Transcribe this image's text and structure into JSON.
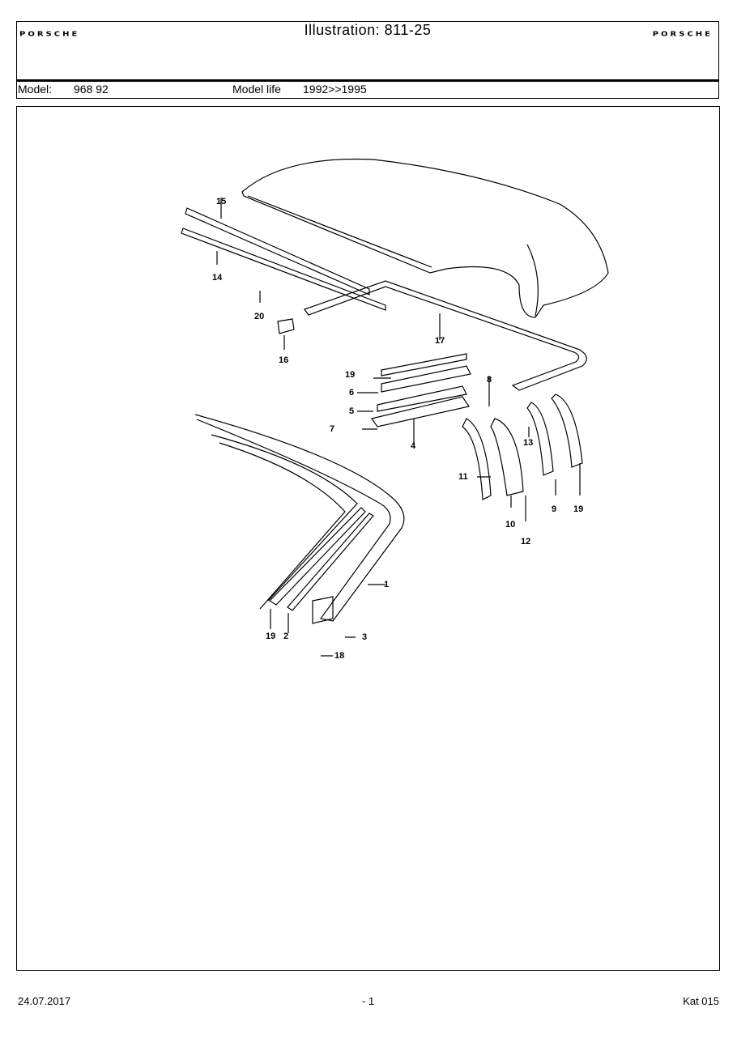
{
  "header": {
    "brand_left": "PORSCHE",
    "brand_right": "PORSCHE",
    "title": "Illustration: 811-25",
    "model_label": "Model:",
    "model_value": "968 92",
    "model_life_label": "Model life",
    "model_life_value": "1992>>1995"
  },
  "diagram": {
    "callouts": [
      "15",
      "14",
      "20",
      "16",
      "17",
      "19",
      "6",
      "5",
      "7",
      "4",
      "8",
      "13",
      "11",
      "10",
      "12",
      "9",
      "19",
      "1",
      "19",
      "2",
      "3",
      "18"
    ]
  },
  "footer": {
    "date": "24.07.2017",
    "page": "- 1",
    "catalog": "Kat 015"
  }
}
